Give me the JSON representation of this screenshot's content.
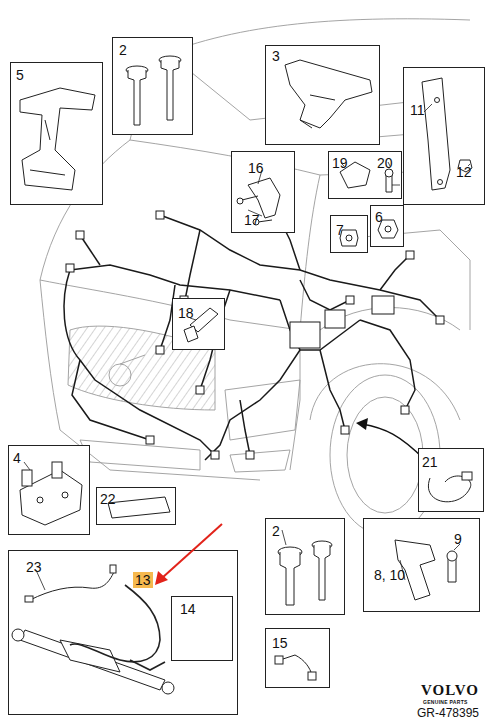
{
  "diagram": {
    "nodes": [
      {
        "text": [
          "5"
        ]
      },
      {
        "text": [
          "2"
        ]
      },
      {
        "text": [
          "3"
        ]
      },
      {
        "text": [
          "11",
          "12"
        ]
      },
      {
        "text": [
          "16",
          "17"
        ]
      },
      {
        "text": [
          "19",
          "20"
        ]
      },
      {
        "text": [
          "7"
        ]
      },
      {
        "text": [
          "6"
        ]
      },
      {
        "text": [
          "18"
        ]
      },
      {
        "text": [
          "4"
        ]
      },
      {
        "text": [
          "21"
        ]
      },
      {
        "text": [
          "22"
        ]
      },
      {
        "text": [
          "23",
          "13"
        ]
      },
      {
        "text": [
          "14"
        ],
        "in": 12
      },
      {
        "text": [
          "2"
        ]
      },
      {
        "text": [
          "9",
          "8, 10"
        ]
      },
      {
        "text": [
          "15"
        ]
      }
    ],
    "labels": [
      "VOLVO",
      "GENUINE PARTS",
      "GR-478395"
    ]
  }
}
